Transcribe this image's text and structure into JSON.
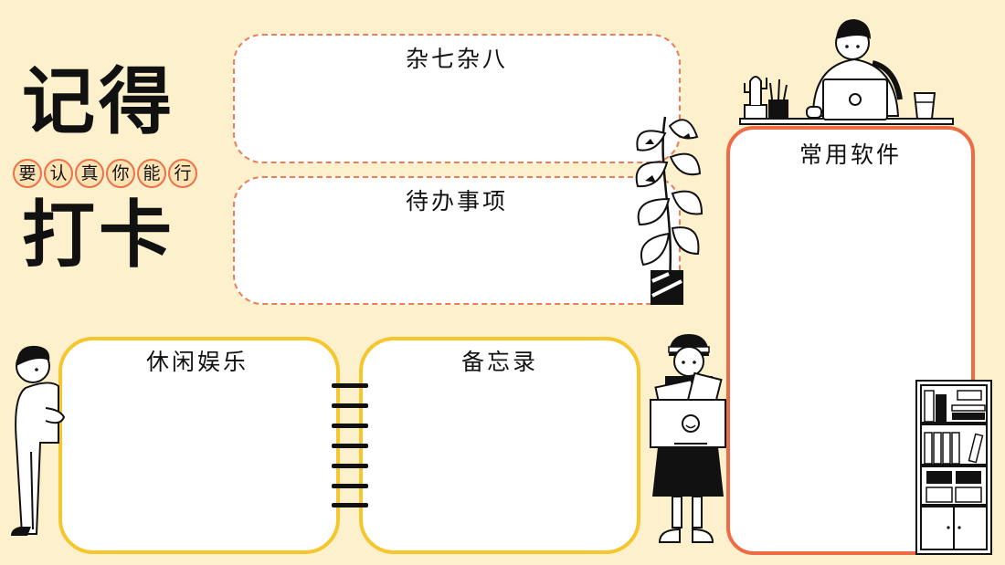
{
  "title": {
    "line1": "记得",
    "line2": "打卡",
    "chips": [
      "要",
      "认",
      "真",
      "你",
      "能",
      "行"
    ]
  },
  "panels": {
    "misc": "杂七杂八",
    "todo": "待办事项",
    "leisure": "休闲娱乐",
    "memo": "备忘录",
    "software": "常用软件"
  },
  "colors": {
    "background": "#fdf0cc",
    "dashed_border": "#ee7d52",
    "yellow_border": "#f6c62e",
    "orange_border": "#ee6c45"
  }
}
